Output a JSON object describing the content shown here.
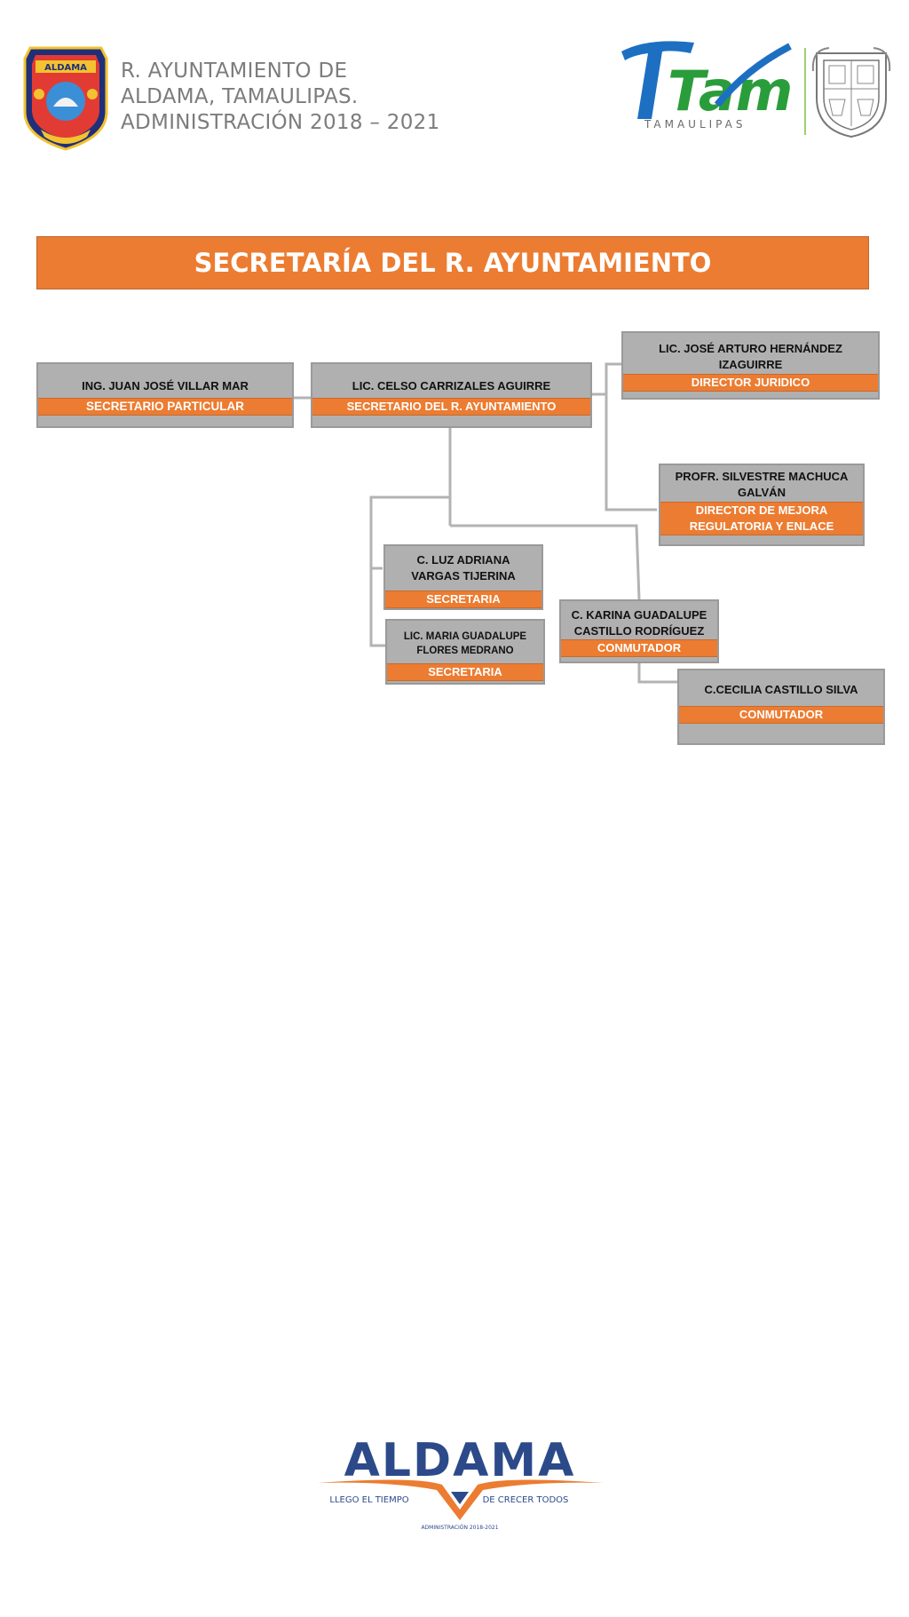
{
  "header": {
    "line1": "R. AYUNTAMIENTO DE",
    "line2": "ALDAMA, TAMAULIPAS.",
    "line3": "ADMINISTRACIÓN  2018 – 2021",
    "left_logo_text": "ALDAMA",
    "tam_logo_text": "Tam",
    "tam_logo_sub": "TAMAULIPAS"
  },
  "title": "SECRETARÍA DEL R. AYUNTAMIENTO",
  "org": {
    "particular": {
      "name": "ING. JUAN JOSÉ VILLAR MAR",
      "role": "SECRETARIO PARTICULAR"
    },
    "secretario": {
      "name": "LIC. CELSO CARRIZALES AGUIRRE",
      "role": "SECRETARIO DEL R. AYUNTAMIENTO"
    },
    "juridico": {
      "name1": "LIC. JOSÉ ARTURO HERNÁNDEZ",
      "name2": "IZAGUIRRE",
      "role": "DIRECTOR JURIDICO"
    },
    "mejora": {
      "name1": "PROFR. SILVESTRE MACHUCA",
      "name2": "GALVÁN",
      "role1": "DIRECTOR DE MEJORA",
      "role2": "REGULATORIA Y ENLACE"
    },
    "luz": {
      "name1": "C. LUZ ADRIANA",
      "name2": "VARGAS TIJERINA",
      "role": "SECRETARIA"
    },
    "maria": {
      "name1": "LIC. MARIA GUADALUPE",
      "name2": "FLORES MEDRANO",
      "role": "SECRETARIA"
    },
    "karina": {
      "name1": "C. KARINA GUADALUPE",
      "name2": "CASTILLO RODRÍGUEZ",
      "role": "CONMUTADOR"
    },
    "cecilia": {
      "name": "C.CECILIA CASTILLO SILVA",
      "role": "CONMUTADOR"
    }
  },
  "footer": {
    "logo": "ALDAMA",
    "slogan_left": "LLEGO EL TIEMPO",
    "slogan_right": "DE CRECER TODOS",
    "admin": "ADMINISTRACIÓN 2018-2021"
  },
  "colors": {
    "accent": "#ec7c31",
    "box": "#b0b0b0",
    "connector": "#b3b3b3"
  }
}
